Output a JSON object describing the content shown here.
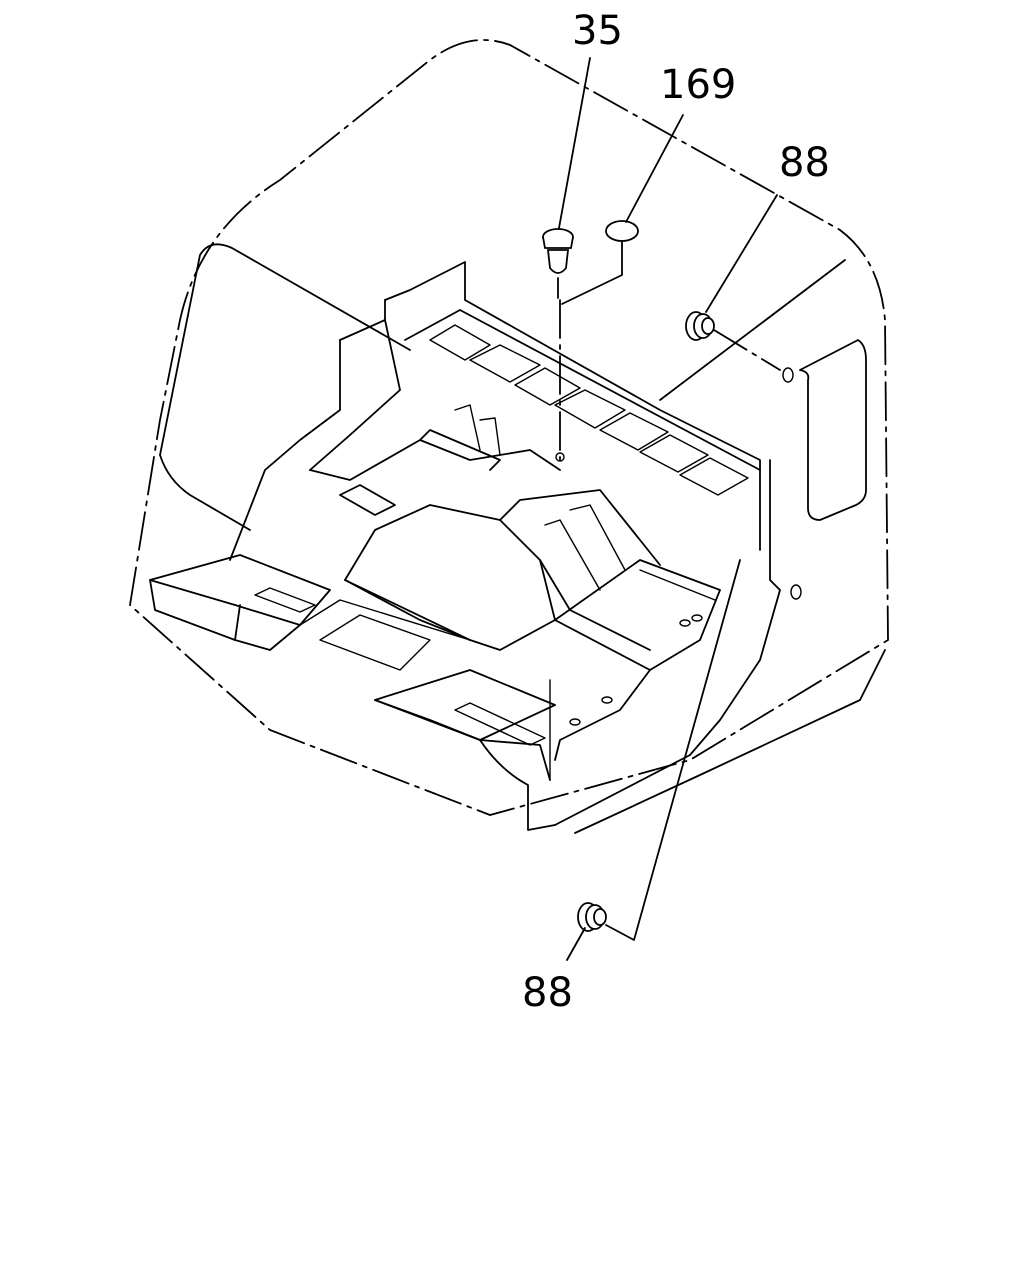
{
  "callouts": {
    "c35": "35",
    "c169": "169",
    "c88_right": "88",
    "c88_bottom": "88"
  }
}
